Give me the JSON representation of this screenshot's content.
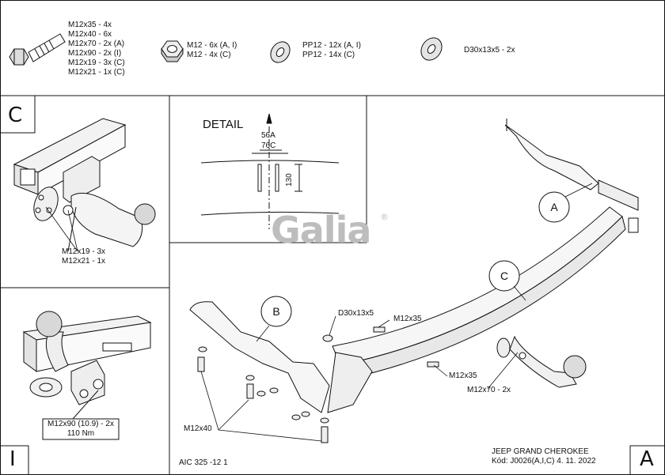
{
  "header": {
    "bolts": {
      "icon": "hex-bolt-icon",
      "lines": [
        "M12x35 - 4x",
        "M12x40 - 6x",
        "M12x70 - 2x (A)",
        "M12x90 - 2x (I)",
        "M12x19 - 3x (C)",
        "M12x21 - 1x (C)"
      ]
    },
    "nuts": {
      "icon": "hex-nut-icon",
      "lines": [
        "M12 - 6x (A, I)",
        "M12 - 4x (C)"
      ]
    },
    "washers": {
      "icon": "flat-washer-icon",
      "lines": [
        "PP12 - 12x (A, I)",
        "PP12 - 14x (C)"
      ]
    },
    "plate_washer": {
      "icon": "large-washer-icon",
      "line": "D30x13x5 - 2x"
    }
  },
  "panel_c": {
    "letter": "C",
    "labels": [
      "M12x19 - 3x",
      "M12x21 - 1x"
    ]
  },
  "detail": {
    "title": "DETAIL",
    "dim_56": "56A",
    "dim_76": "76C",
    "dim_130": "130"
  },
  "logo": {
    "text": "Galia",
    "mark": "®"
  },
  "panel_i": {
    "letter": "I",
    "torque_lines": [
      "M12x90 (10.9) - 2x",
      "110 Nm"
    ]
  },
  "main": {
    "letter": "A",
    "callouts": {
      "a": "A",
      "b": "B",
      "c": "C"
    },
    "labels": {
      "d30": "D30x13x5",
      "m12x35_top": "M12x35",
      "m12x35_right": "M12x35",
      "m12x70": "M12x70 - 2x",
      "m12x40": "M12x40"
    }
  },
  "footer": {
    "code_left": "AIC 325 -12 1",
    "vehicle": "JEEP GRAND CHEROKEE",
    "kod": "Kód: J0026(A,I,C)  4. 11. 2022"
  }
}
